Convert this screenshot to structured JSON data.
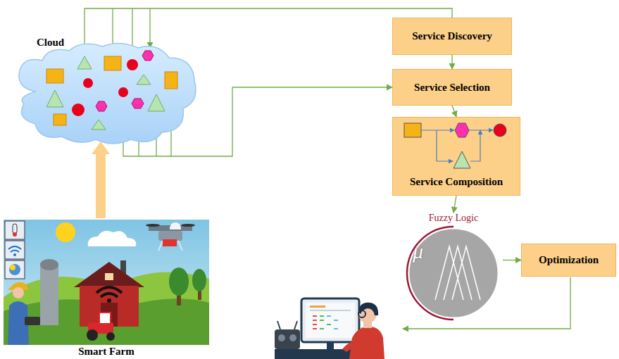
{
  "diagram": {
    "nodes": [
      {
        "text": [
          "Cloud"
        ]
      },
      {
        "text": [
          "Service Discovery"
        ]
      },
      {
        "text": [
          "Service Selection"
        ]
      },
      {
        "text": [
          "Service Composition"
        ]
      },
      {
        "text": [
          "Smart Farm"
        ]
      },
      {
        "text": [
          "Fuzzy Logic",
          "μ"
        ]
      },
      {
        "text": [
          "Optimization"
        ]
      }
    ],
    "edges": [
      {
        "from": 4,
        "to": 0,
        "arrow": "to"
      },
      {
        "from": 1,
        "to": 0,
        "arrow": "to"
      },
      {
        "from": 0,
        "to": 2,
        "arrow": "to"
      },
      {
        "from": 1,
        "to": 2,
        "arrow": "to"
      },
      {
        "from": 2,
        "to": 3,
        "arrow": "to"
      },
      {
        "from": 3,
        "to": 5,
        "arrow": "to"
      },
      {
        "from": 5,
        "to": 6,
        "arrow": "to"
      }
    ]
  }
}
